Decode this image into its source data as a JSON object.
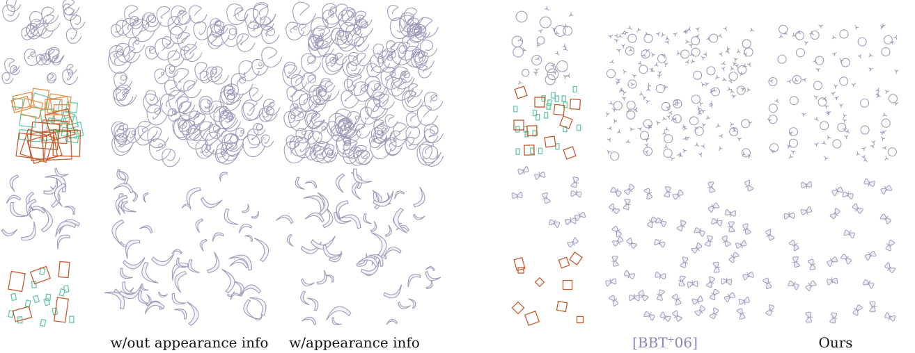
{
  "captions": {
    "without_appearance": "w/out appearance info",
    "with_appearance": "w/appearance info",
    "citation": "[BBT",
    "citation_sup": "+",
    "citation_year": "06]",
    "ours": "Ours"
  },
  "colors": {
    "element_stroke": "#9d9bb8",
    "large_box": "#c65b2e",
    "orange_box": "#e8904a",
    "small_box": "#63c9a3",
    "text": "#111111",
    "citation": "#8c86b8"
  },
  "icons": {
    "swirl": "swirl-shape",
    "banana": "banana-shape",
    "circle": "circle-shape",
    "sprout": "sprout-shape",
    "butterfly": "butterfly-shape"
  }
}
